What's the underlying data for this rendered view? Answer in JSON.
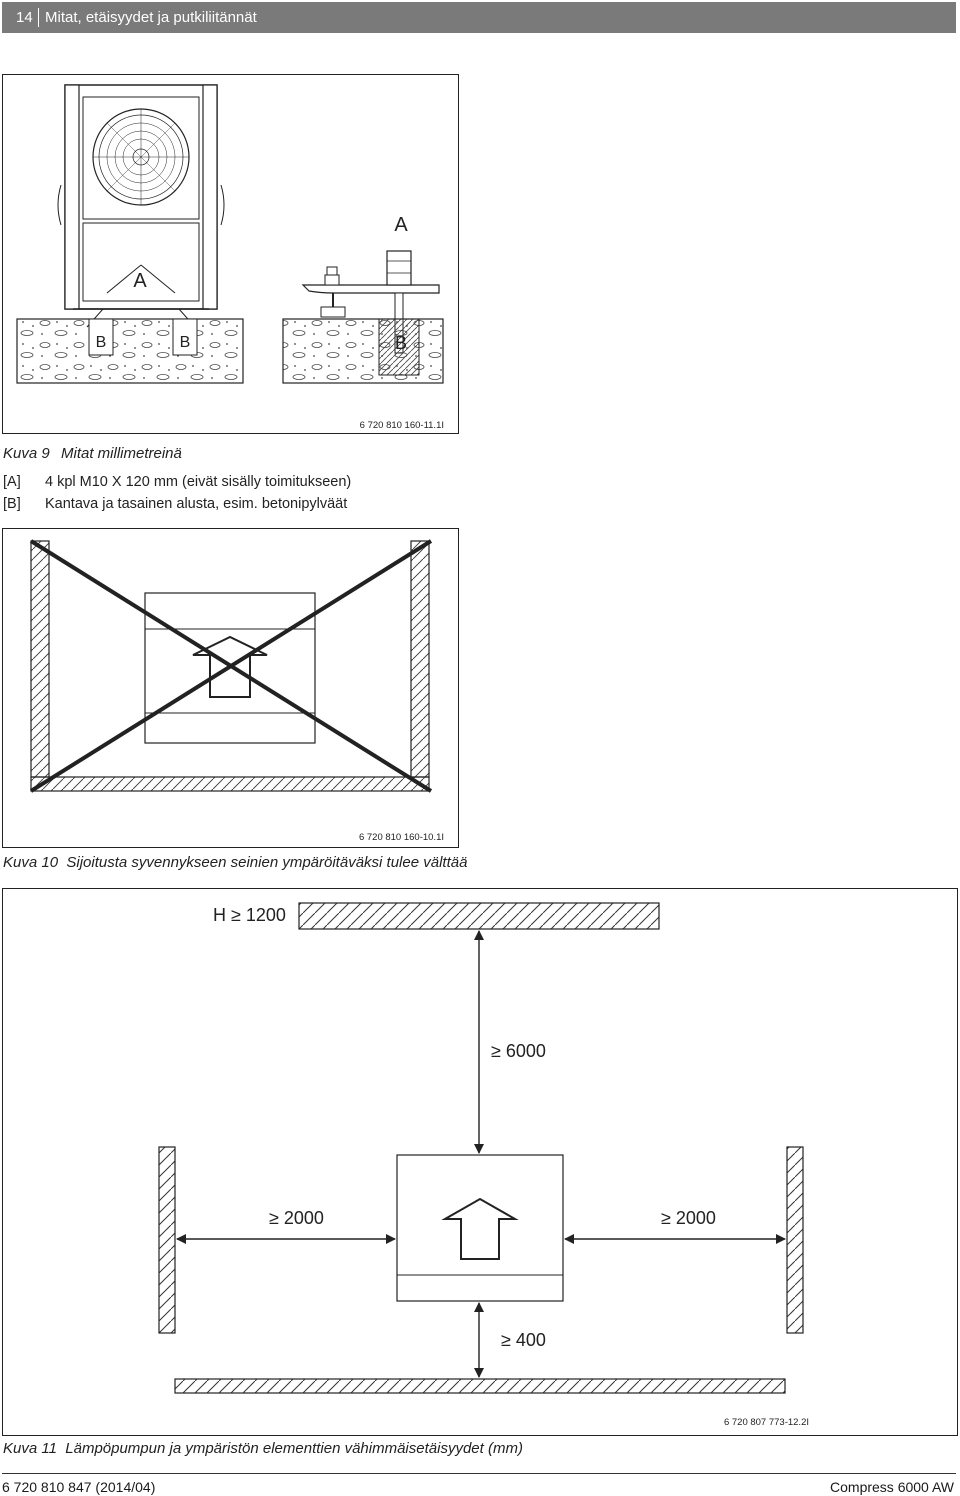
{
  "header": {
    "page_number": "14",
    "title": "Mitat, etäisyydet ja putkiliitännät"
  },
  "figure9": {
    "label_a_left": "A",
    "label_a_right": "A",
    "label_b1": "B",
    "label_b2": "B",
    "label_b3": "B",
    "ref": "6 720 810 160-11.1I",
    "caption_number": "Kuva 9",
    "caption_text": "Mitat millimetreinä",
    "legend": [
      {
        "key": "[A]",
        "text": "4 kpl M10 X 120 mm (eivät sisälly toimitukseen)"
      },
      {
        "key": "[B]",
        "text": "Kantava ja tasainen alusta, esim. betonipylväät"
      }
    ]
  },
  "figure10": {
    "ref": "6 720 810 160-10.1I",
    "caption": "Kuva 10  Sijoitusta syvennykseen seinien ympäröitäväksi tulee välttää"
  },
  "figure11": {
    "label_height": "H ≥ 1200",
    "label_front": "≥ 6000",
    "label_left": "≥ 2000",
    "label_right": "≥ 2000",
    "label_back": "≥ 400",
    "ref": "6 720 807 773-12.2I",
    "caption": "Kuva 11  Lämpöpumpun ja ympäristön elementtien vähimmäisetäisyydet (mm)"
  },
  "footer": {
    "doc_number": "6 720 810 847 (2014/04)",
    "product": "Compress 6000 AW"
  }
}
